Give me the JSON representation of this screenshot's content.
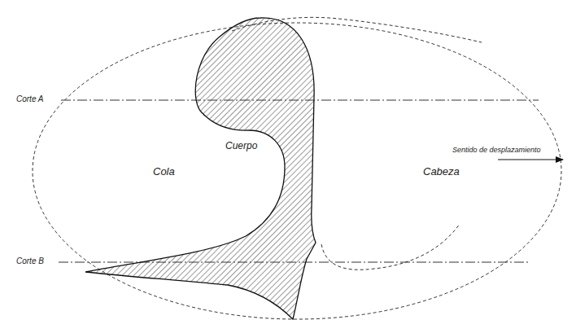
{
  "diagram": {
    "labels": [
      "Corte A",
      "Corte B",
      "Cuerpo",
      "Cola",
      "Cabeza",
      "Sentido de desplazamiento"
    ]
  }
}
